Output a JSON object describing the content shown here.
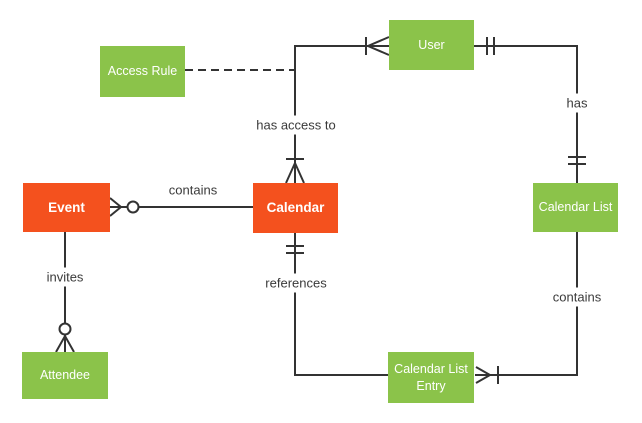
{
  "diagram": {
    "type": "entity-relationship",
    "colors": {
      "entity_green": "#8bc34a",
      "entity_orange": "#f4511e",
      "entity_text": "#ffffff",
      "line": "#333333",
      "label_text": "#3a3a3a"
    },
    "entities": {
      "access_rule": {
        "label": "Access Rule",
        "color": "#8bc34a"
      },
      "user": {
        "label": "User",
        "color": "#8bc34a"
      },
      "event": {
        "label": "Event",
        "color": "#f4511e"
      },
      "calendar": {
        "label": "Calendar",
        "color": "#f4511e"
      },
      "calendar_list": {
        "label": "Calendar List",
        "color": "#8bc34a"
      },
      "attendee": {
        "label": "Attendee",
        "color": "#8bc34a"
      },
      "calendar_list_entry": {
        "label": "Calendar List Entry",
        "color": "#8bc34a"
      }
    },
    "relationships": {
      "has_access_to": {
        "label": "has access to",
        "from": "user",
        "to": "calendar",
        "from_cardinality": "one-or-many",
        "to_cardinality": "one-or-many"
      },
      "access_rule_link": {
        "label": "",
        "from": "access_rule",
        "to": "has_access_to line",
        "style": "dashed"
      },
      "has": {
        "label": "has",
        "from": "user",
        "to": "calendar_list",
        "from_cardinality": "exactly-one",
        "to_cardinality": "exactly-one"
      },
      "contains_events": {
        "label": "contains",
        "from": "calendar",
        "to": "event",
        "to_cardinality": "zero-or-many"
      },
      "invites": {
        "label": "invites",
        "from": "event",
        "to": "attendee",
        "to_cardinality": "zero-or-many"
      },
      "references": {
        "label": "references",
        "from": "calendar",
        "to": "calendar_list_entry",
        "from_cardinality": "exactly-one"
      },
      "contains_entries": {
        "label": "contains",
        "from": "calendar_list",
        "to": "calendar_list_entry",
        "to_cardinality": "one-or-many"
      }
    }
  }
}
